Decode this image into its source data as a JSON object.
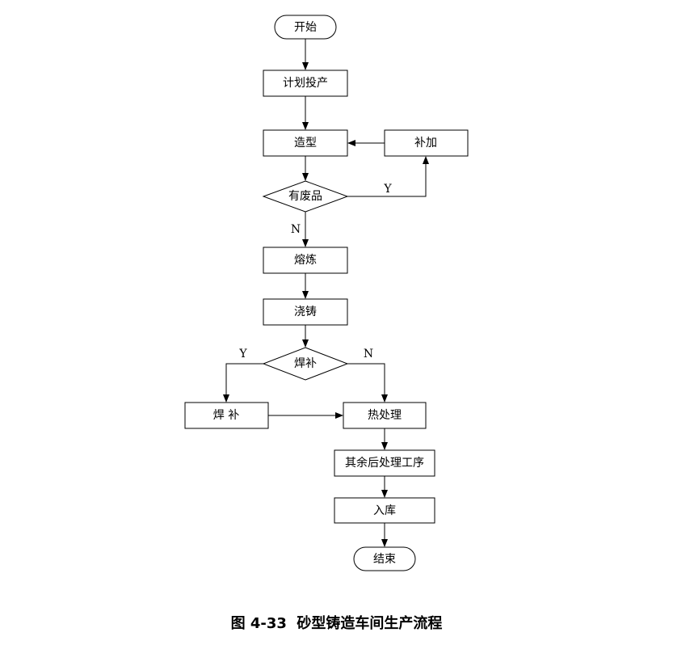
{
  "flowchart": {
    "start": "开始",
    "plan": "计划投产",
    "molding": "造型",
    "supplement": "补加",
    "defect_check": "有废品",
    "melting": "熔炼",
    "pouring": "浇铸",
    "weld_check": "焊补",
    "weld_repair": "焊 补",
    "heat_treatment": "热处理",
    "post_processing": "其余后处理工序",
    "storage": "入库",
    "end": "结束",
    "yes_label": "Y",
    "no_label": "N"
  },
  "caption": "图 4-33  砂型铸造车间生产流程"
}
